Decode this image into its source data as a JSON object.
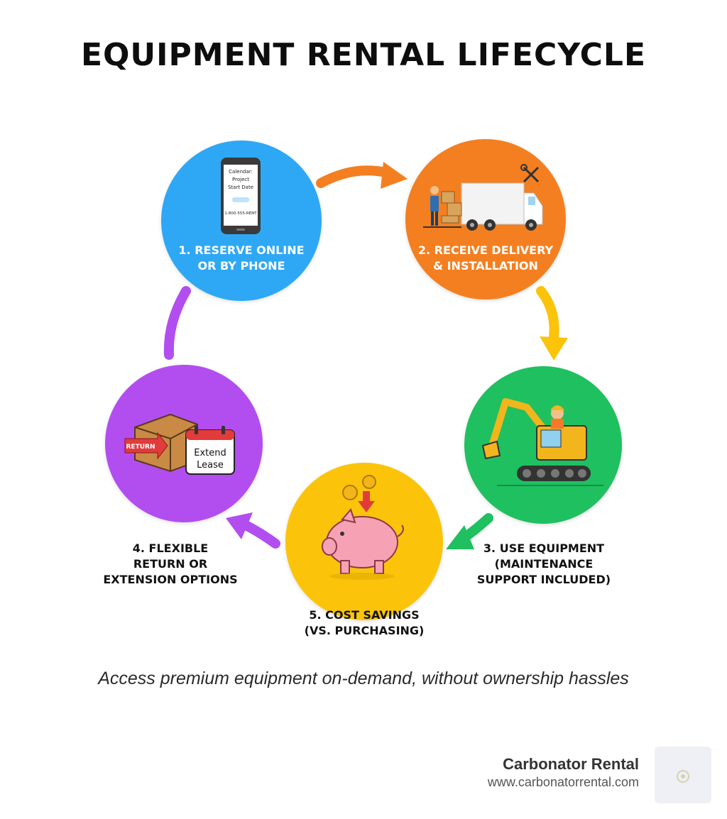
{
  "title": "EQUIPMENT RENTAL LIFECYCLE",
  "steps": [
    {
      "line1": "1. RESERVE ONLINE",
      "line2": "OR BY PHONE",
      "color": "#2ea8f5",
      "icon": "smartphone-icon",
      "phone_lines": [
        "Calendar:",
        "Project",
        "Start Date"
      ],
      "phone_number": "1-800-555-RENT"
    },
    {
      "line1": "2. RECEIVE DELIVERY",
      "line2": "& INSTALLATION",
      "color": "#f47f20",
      "icon": "delivery-truck-icon"
    },
    {
      "line1": "3. USE EQUIPMENT",
      "line2": "(MAINTENANCE",
      "line3": "SUPPORT INCLUDED)",
      "color": "#1fc060",
      "icon": "excavator-icon"
    },
    {
      "line1": "4. FLEXIBLE",
      "line2": "RETURN OR",
      "line3": "EXTENSION OPTIONS",
      "color": "#b24ef0",
      "icon": "return-box-calendar-icon",
      "return_tag": "RETURN",
      "calendar_line1": "Extend",
      "calendar_line2": "Lease"
    },
    {
      "line1": "5. COST SAVINGS",
      "line2": "(VS. PURCHASING)",
      "color": "#fbc40a",
      "icon": "piggy-bank-icon"
    }
  ],
  "arrow_colors": {
    "a1": "#f47f20",
    "a2": "#fbc40a",
    "a3": "#1fc060",
    "a4": "#b24ef0",
    "a5": "#b24ef0"
  },
  "subtitle": "Access premium equipment on-demand, without ownership hassles",
  "brand": {
    "name": "Carbonator Rental",
    "url": "www.carbonatorrental.com"
  }
}
